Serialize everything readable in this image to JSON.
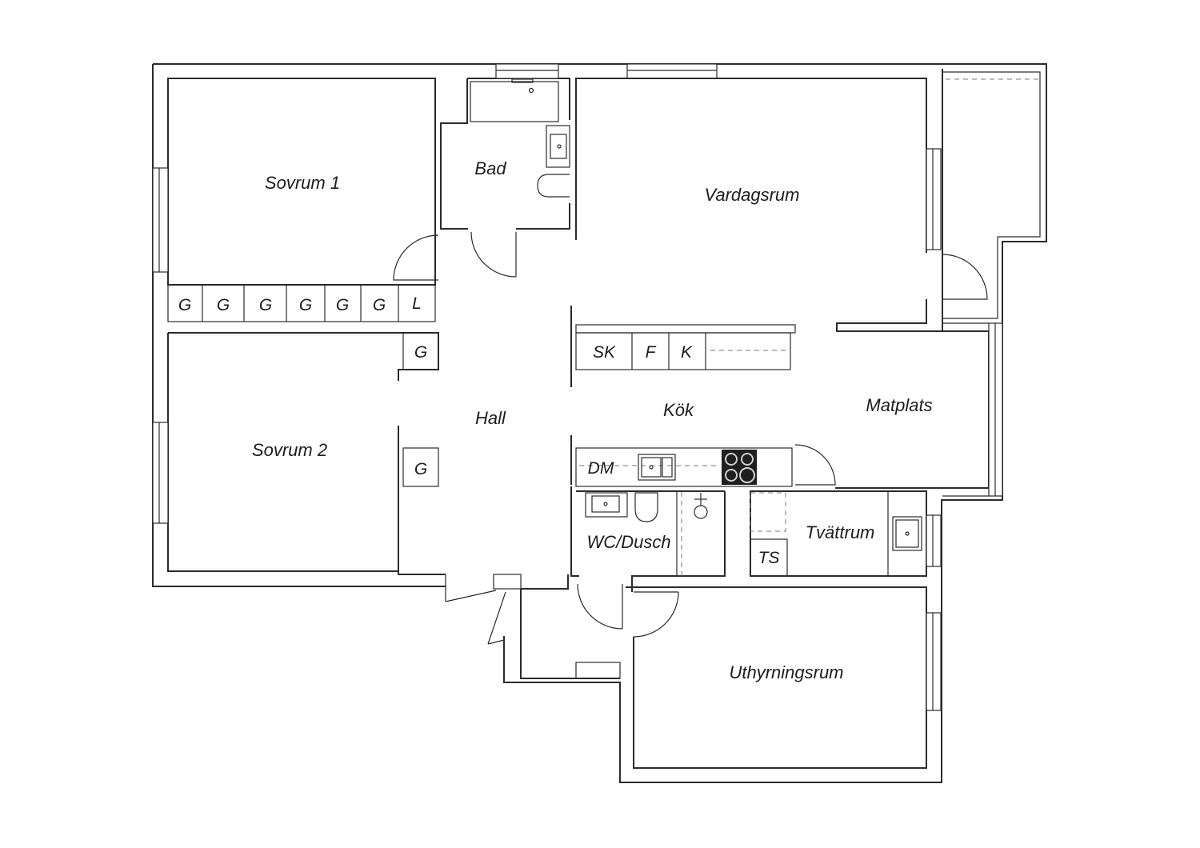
{
  "rooms": {
    "sovrum1": "Sovrum 1",
    "sovrum2": "Sovrum 2",
    "bad": "Bad",
    "vardagsrum": "Vardagsrum",
    "hall": "Hall",
    "kok": "Kök",
    "matplats": "Matplats",
    "wc": "WC/Dusch",
    "tvattrum": "Tvättrum",
    "uthyrning": "Uthyrningsrum"
  },
  "fixtures": {
    "wardrobes_top": [
      "G",
      "G",
      "G",
      "G",
      "G",
      "G",
      "L"
    ],
    "wardrobe_g": "G",
    "kitchen_units": [
      "SK",
      "F",
      "K"
    ],
    "dishwasher": "DM",
    "tumble_dryer": "TS"
  }
}
